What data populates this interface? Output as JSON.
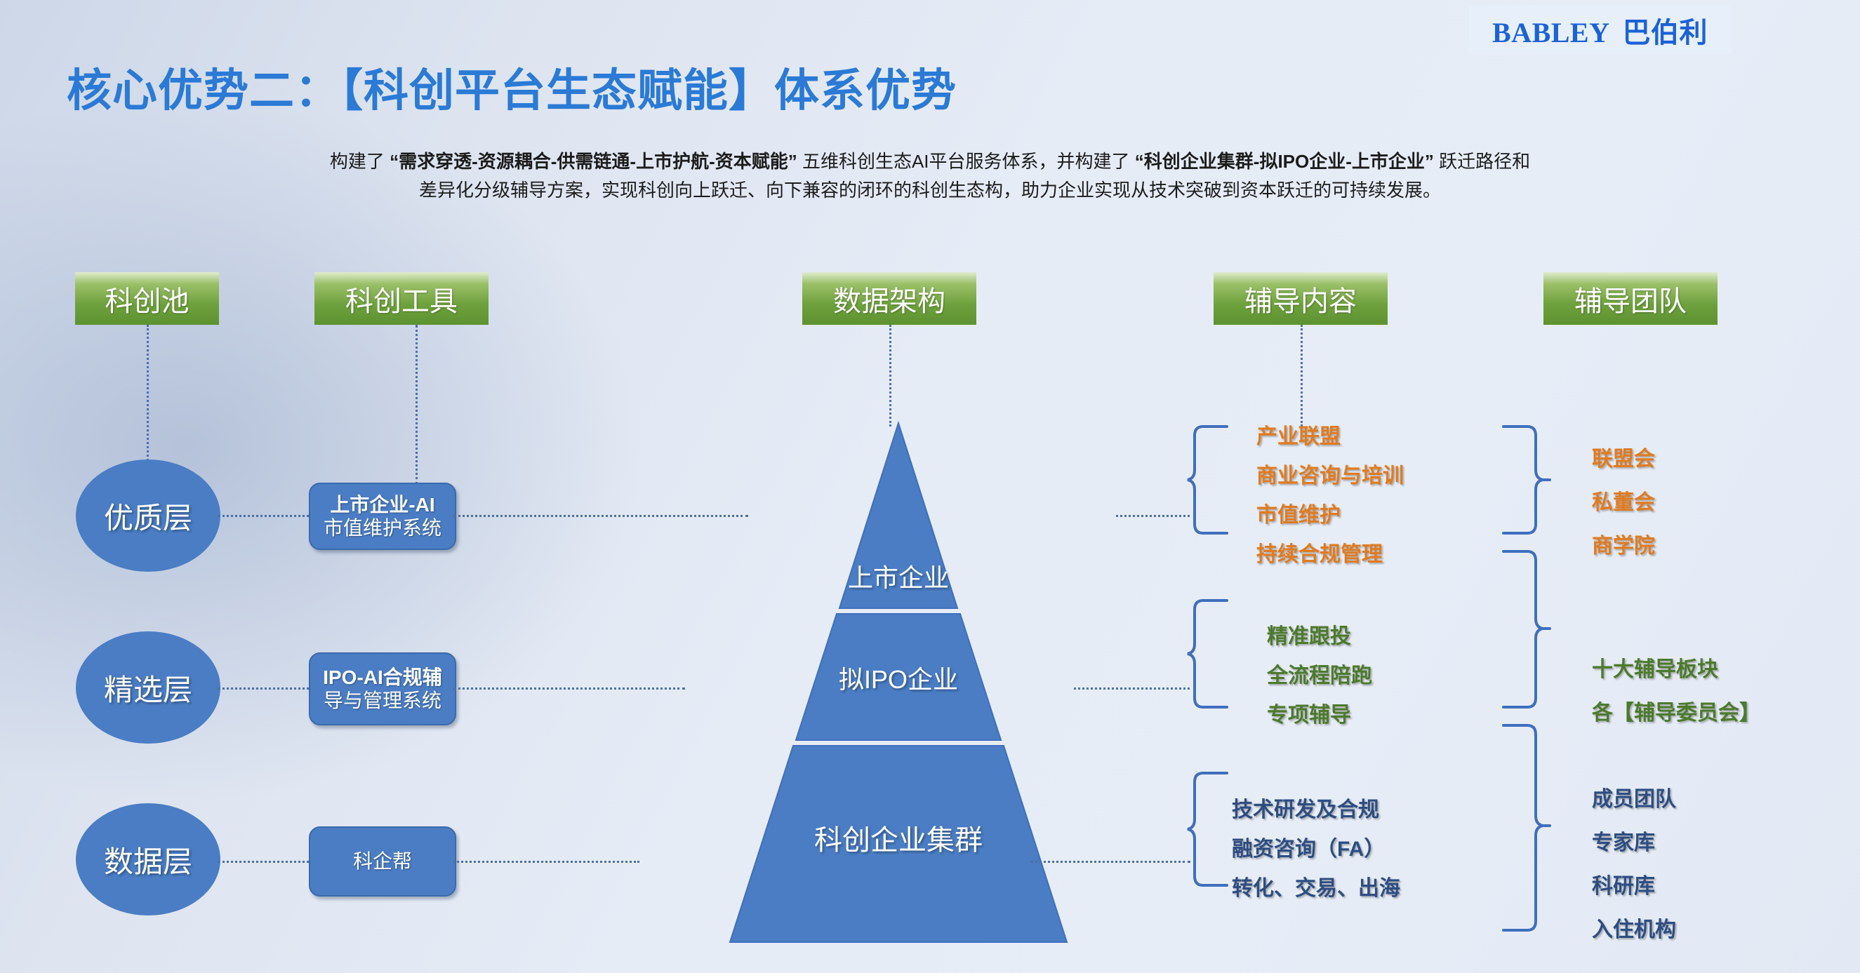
{
  "logo": {
    "en": "BABLEY",
    "cn": "巴伯利"
  },
  "title": "核心优势二：【科创平台生态赋能】体系优势",
  "subtitle": {
    "l1_a": "构建了",
    "l1_b": "“需求穿透-资源耦合-供需链通-上市护航-资本赋能”",
    "l1_c": "五维科创生态AI平台服务体系，并构建了",
    "l1_d": "“科创企业集群-拟IPO企业-上市企业”",
    "l1_e": "跃迁路径和",
    "l2": "差异化分级辅导方案，实现科创向上跃迁、向下兼容的闭环的科创生态构，助力企业实现从技术突破到资本跃迁的可持续发展。"
  },
  "headers": [
    {
      "label": "科创池"
    },
    {
      "label": "科创工具"
    },
    {
      "label": "数据架构"
    },
    {
      "label": "辅导内容"
    },
    {
      "label": "辅导团队"
    }
  ],
  "layers": [
    {
      "ellipse": "优质层",
      "tool_l1": "上市企业-AI",
      "tool_l2": "市值维护系统"
    },
    {
      "ellipse": "精选层",
      "tool_l1": "IPO-AI合规辅",
      "tool_l2": "导与管理系统"
    },
    {
      "ellipse": "数据层",
      "tool_l1": "科企帮",
      "tool_l2": ""
    }
  ],
  "pyramid": {
    "tiers": [
      {
        "label": "上市企业"
      },
      {
        "label": "拟IPO企业"
      },
      {
        "label": "科创企业集群"
      }
    ]
  },
  "content_groups": [
    {
      "color": "#e07b20",
      "items": [
        "产业联盟",
        "商业咨询与培训",
        "市值维护",
        "持续合规管理"
      ]
    },
    {
      "color": "#4c7a2c",
      "items": [
        "精准跟投",
        "全流程陪跑",
        "专项辅导"
      ]
    },
    {
      "color": "#2d4d82",
      "items": [
        "技术研发及合规",
        "融资咨询（FA）",
        "转化、交易、出海"
      ]
    }
  ],
  "team_groups": [
    {
      "color": "#e07b20",
      "items": [
        "联盟会",
        "私董会",
        "商学院"
      ]
    },
    {
      "color": "#4c7a2c",
      "items": [
        "十大辅导板块",
        "各【辅导委员会】"
      ]
    },
    {
      "color": "#2d4d82",
      "items": [
        "成员团队",
        "专家库",
        "科研库",
        "入住机构"
      ]
    }
  ],
  "colors": {
    "title_blue": "#2a7ad6",
    "chip_green": "#6da13c",
    "node_blue": "#4a7dc4",
    "brace_blue": "#3f6fbd",
    "accent_orange": "#e07b20",
    "accent_green": "#4c7a2c",
    "accent_navy": "#2d4d82"
  }
}
